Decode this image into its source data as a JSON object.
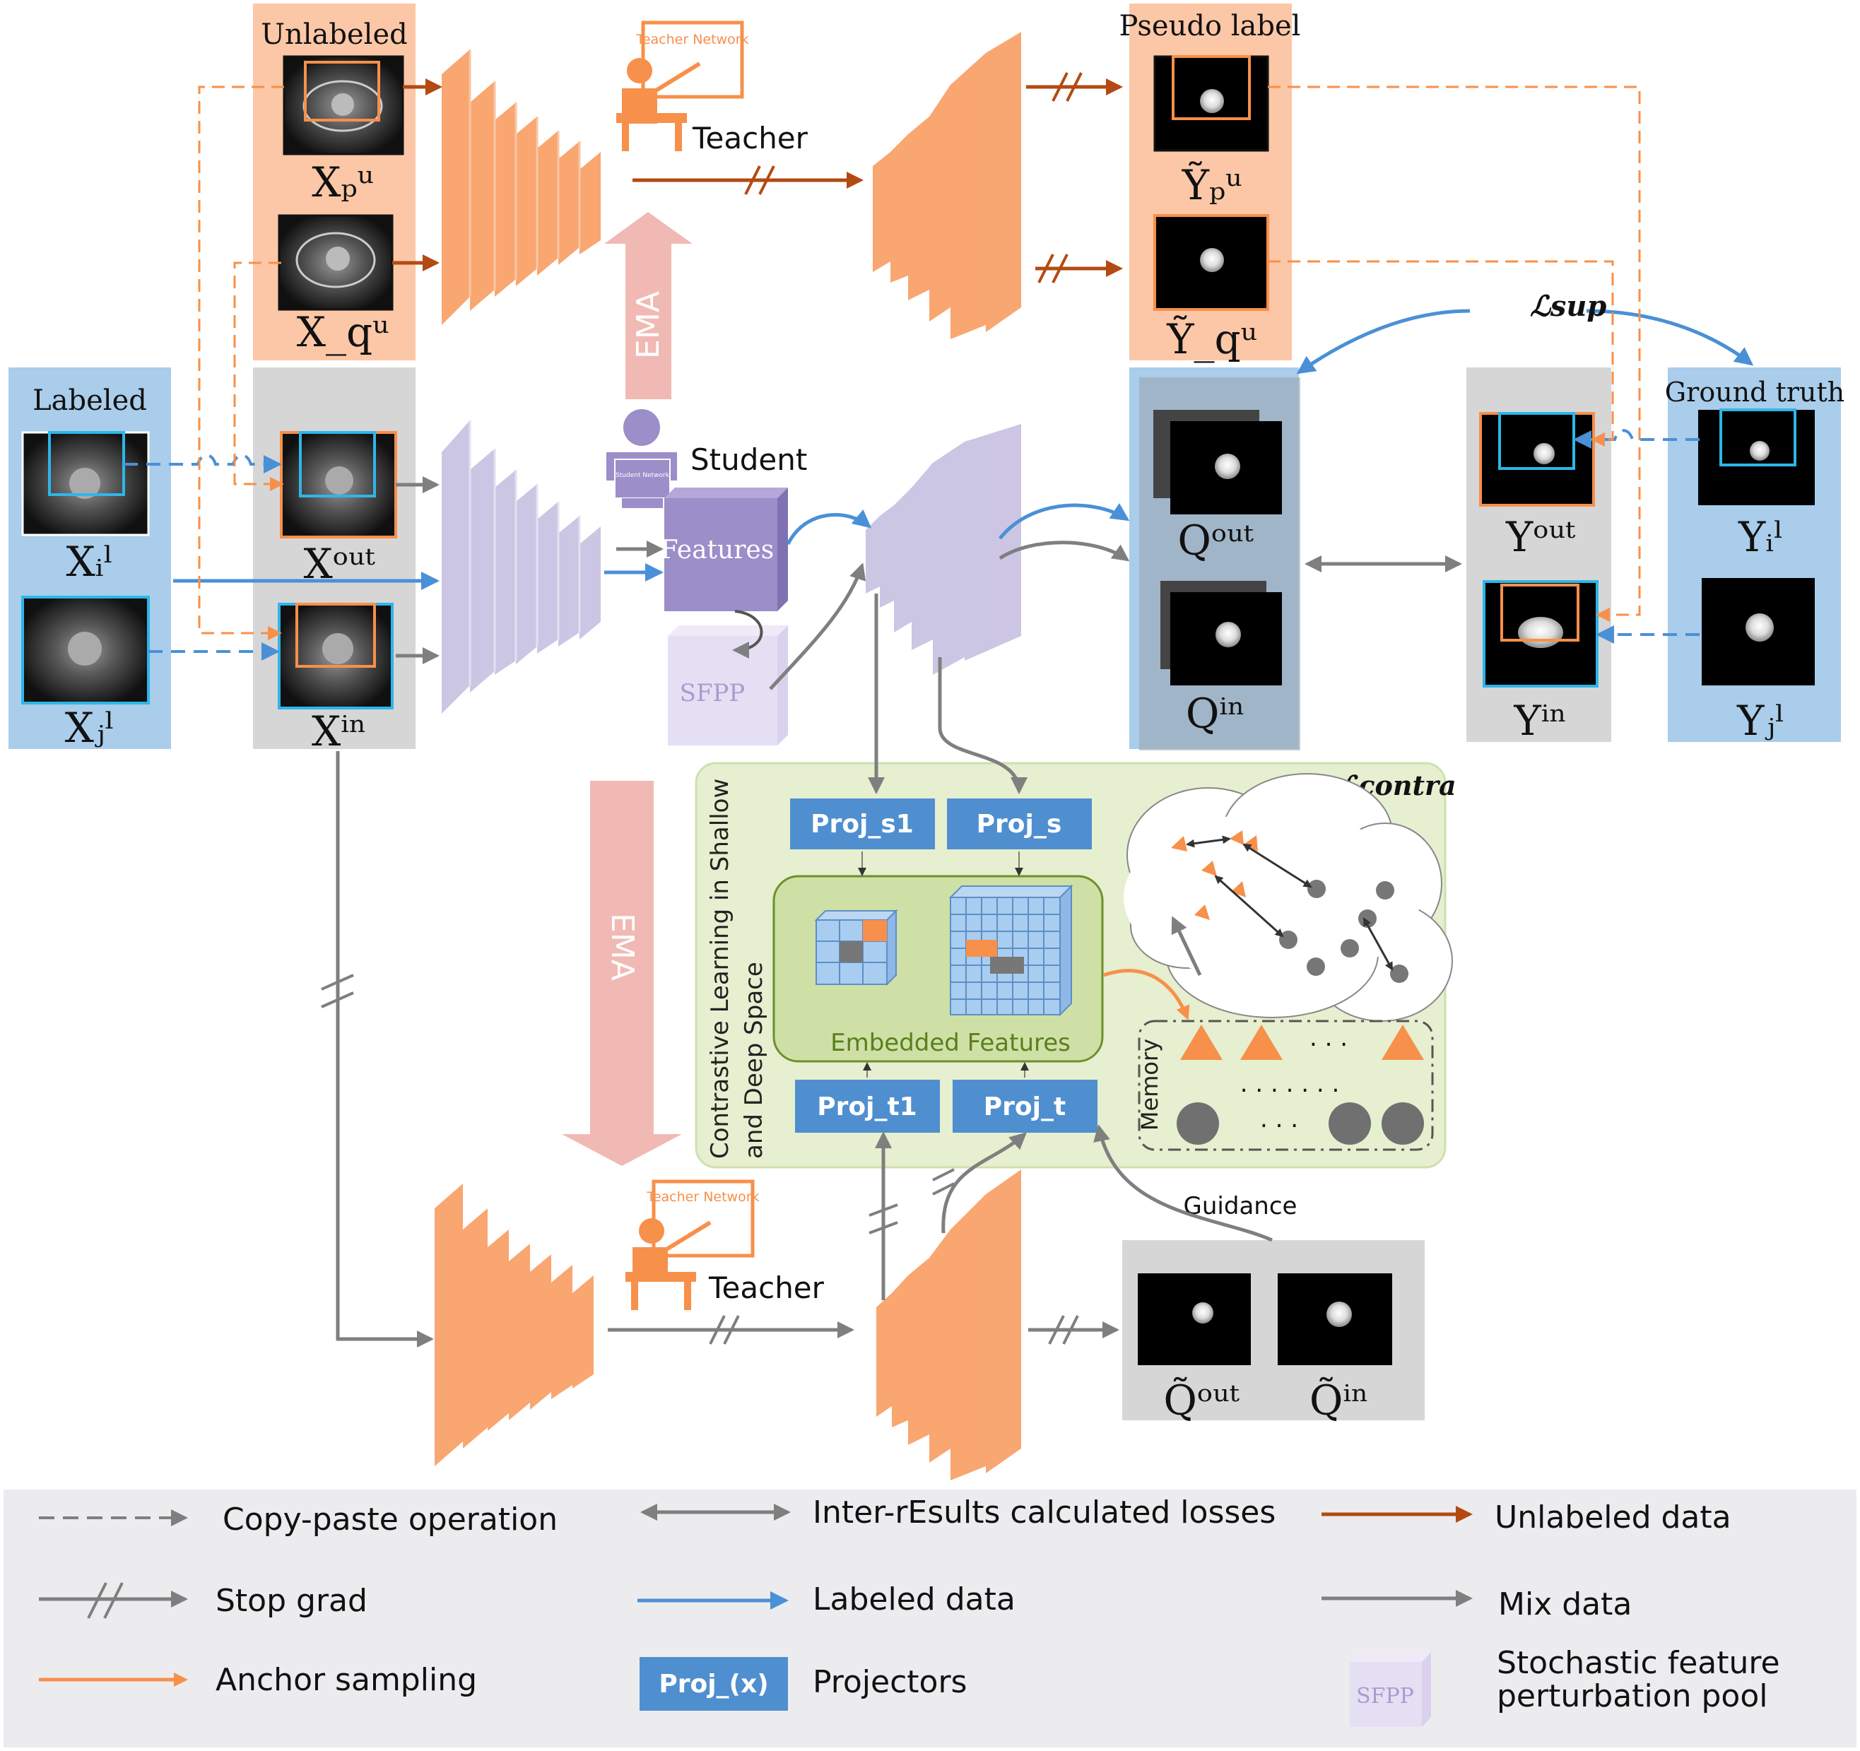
{
  "diagram": {
    "unlabeled_title": "Unlabeled",
    "labeled_title": "Labeled",
    "pseudo_label_title": "Pseudo label",
    "ground_truth_title": "Ground truth",
    "teacher_label": "Teacher",
    "student_label": "Student",
    "teacher_board_text": "Teacher Network",
    "features_label": "Features",
    "sfpp_label": "SFPP",
    "ema_label": "EMA",
    "sup_loss_label": "ℒsup",
    "contra_loss_label": "ℒcontra",
    "contrastive_panel_title": "Contrastive Learning in Shallow and Deep Space",
    "embedded_features_label": "Embedded Features",
    "memory_label": "Memory",
    "guidance_label": "Guidance",
    "dots_label": ". . .",
    "proj_s1": "Proj_s1",
    "proj_s": "Proj_s",
    "proj_t1": "Proj_t1",
    "proj_t": "Proj_t",
    "var_xpu": "Xₚᵘ",
    "var_xqu": "X_qᵘ",
    "var_xil": "Xᵢˡ",
    "var_xjl": "Xⱼˡ",
    "var_xout": "Xᵒᵘᵗ",
    "var_xin": "Xⁱⁿ",
    "var_ypu": "Ỹₚᵘ",
    "var_yqu": "Ỹ_qᵘ",
    "var_qout": "Qᵒᵘᵗ",
    "var_qin": "Qⁱⁿ",
    "var_yout": "Yᵒᵘᵗ",
    "var_yin": "Yⁱⁿ",
    "var_yil": "Yᵢˡ",
    "var_yjl": "Yⱼˡ",
    "var_tqout": "Q̃ᵒᵘᵗ",
    "var_tqin": "Q̃ⁱⁿ"
  },
  "legend": {
    "copy_paste": "Copy-paste operation",
    "inter_results": "Inter-rEsults calculated losses",
    "unlabeled_data": "Unlabeled  data",
    "stop_grad": "Stop grad",
    "labeled_data": "Labeled data",
    "mix_data": "Mix data",
    "anchor_sampling": "Anchor sampling",
    "proj_x": "Proj_(x)",
    "projectors": "Projectors",
    "sfpp": "SFPP",
    "sfpp_line1": "Stochastic feature",
    "sfpp_line2": "perturbation pool"
  },
  "colors": {
    "orange_block": "#f9a26a",
    "orange_panel": "#fcc7a6",
    "purple_block": "#c9c3e3",
    "blue_panel": "#a9cdea",
    "grey_panel": "#d6d6d6",
    "green_panel": "#e6efcf",
    "proj_blue": "#4f8fd0",
    "arrow_brown": "#b34a12",
    "arrow_blue": "#4a90d6",
    "arrow_grey": "#7f7f7f",
    "arrow_orange": "#f7904a",
    "ema_pink": "#f1b9b3"
  }
}
